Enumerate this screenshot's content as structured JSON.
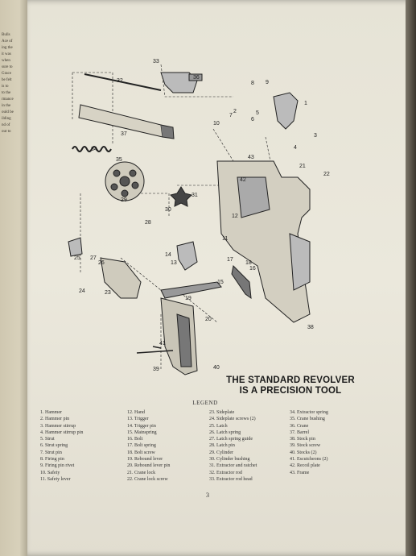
{
  "left_page": {
    "lines": [
      "Bulls",
      "Ace of",
      "ing the",
      "it was",
      "when",
      "sure to",
      "Grace",
      "be felt",
      "is to",
      "to the",
      "rmance",
      "in the",
      "ould be",
      "ilding",
      "nd of",
      "out to"
    ]
  },
  "diagram": {
    "part_numbers": [
      "1",
      "2",
      "3",
      "4",
      "5",
      "6",
      "7",
      "8",
      "9",
      "10",
      "11",
      "12",
      "13",
      "14",
      "15",
      "16",
      "17",
      "18",
      "19",
      "20",
      "21",
      "22",
      "23",
      "24",
      "25",
      "26",
      "27",
      "28",
      "29",
      "30",
      "31",
      "32",
      "33",
      "34",
      "35",
      "36",
      "37",
      "38",
      "39",
      "40",
      "41",
      "42",
      "43"
    ]
  },
  "title": {
    "line1": "THE STANDARD REVOLVER",
    "line2": "IS A PRECISION TOOL"
  },
  "legend": {
    "heading": "LEGEND",
    "columns": [
      [
        "1. Hammer",
        "2. Hammer pin",
        "3. Hammer stirrup",
        "4. Hammer stirrup pin",
        "5. Strut",
        "6. Strut spring",
        "7. Strut pin",
        "8. Firing pin",
        "9. Firing pin rivet",
        "10. Safety",
        "11. Safety lever"
      ],
      [
        "12. Hand",
        "13. Trigger",
        "14. Trigger pin",
        "15. Mainspring",
        "16. Bolt",
        "17. Bolt spring",
        "18. Bolt screw",
        "19. Rebound lever",
        "20. Rebound lever pin",
        "21. Crane lock",
        "22. Crane lock screw"
      ],
      [
        "23. Sideplate",
        "24. Sideplate screws (2)",
        "25. Latch",
        "26. Latch spring",
        "27. Latch spring guide",
        "28. Latch pin",
        "29. Cylinder",
        "30. Cylinder bushing",
        "31. Extractor and ratchet",
        "32. Extractor rod",
        "33. Extractor rod head"
      ],
      [
        "34. Extractor spring",
        "35. Crane bushing",
        "36. Crane",
        "37. Barrel",
        "38. Stock pin",
        "39. Stock screw",
        "40. Stocks (2)",
        "41. Escutcheons (2)",
        "42. Recoil plate",
        "43. Frame"
      ]
    ]
  },
  "page_number": "3"
}
